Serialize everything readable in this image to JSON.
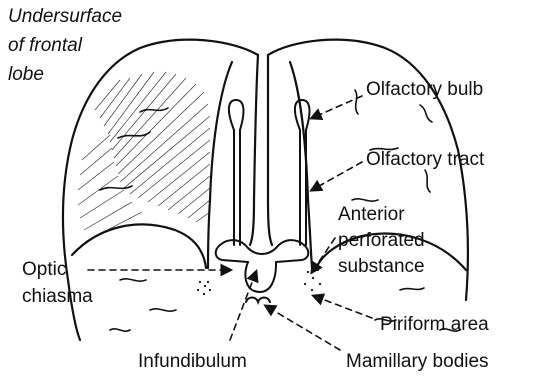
{
  "labels": {
    "title_line1": "Undersurface",
    "title_line2": "of frontal",
    "title_line3": "lobe",
    "olfactory_bulb": "Olfactory bulb",
    "olfactory_tract": "Olfactory tract",
    "anterior_perforated_1": "Anterior",
    "anterior_perforated_2": "perforated",
    "anterior_perforated_3": "substance",
    "optic_chiasma_1": "Optic",
    "optic_chiasma_2": "chiasma",
    "piriform_area": "Piriform area",
    "infundibulum": "Infundibulum",
    "mamillary_bodies": "Mamillary bodies"
  },
  "colors": {
    "ink": "#111111",
    "background": "#ffffff"
  }
}
